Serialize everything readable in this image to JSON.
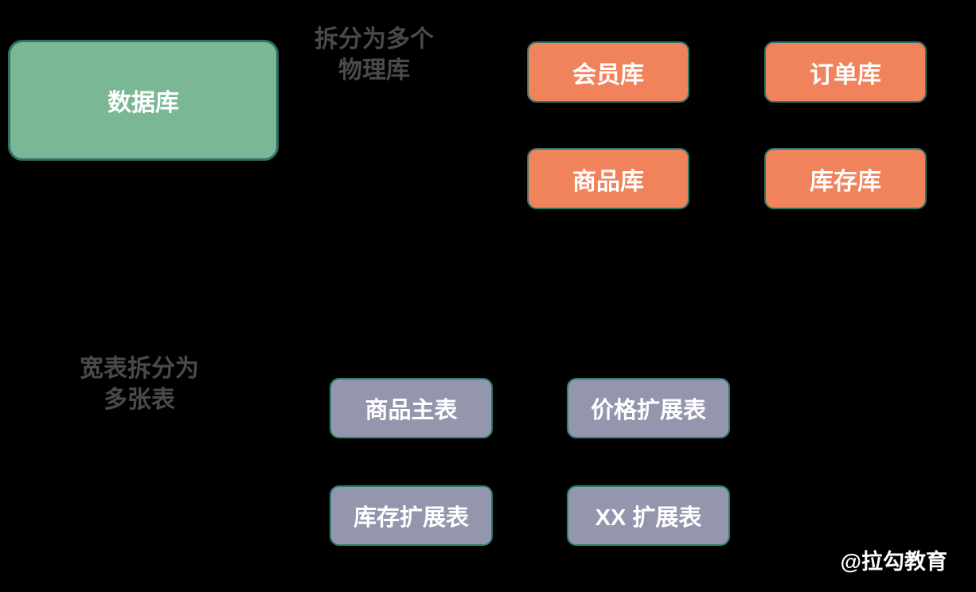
{
  "colors": {
    "background": "#000000",
    "green_fill": "#7ab795",
    "green_border": "#2f7166",
    "orange_fill": "#f0825c",
    "orange_border": "#2e756b",
    "purple_fill": "#9496ae",
    "purple_border": "#2e7e6e",
    "label_gray": "#4a4a4a",
    "box_text": "#ffffff"
  },
  "diagram": {
    "source_db": {
      "label": "数据库"
    },
    "split_db_label": {
      "line1": "拆分为多个",
      "line2": "物理库"
    },
    "physical_dbs": [
      {
        "label": "会员库"
      },
      {
        "label": "订单库"
      },
      {
        "label": "商品库"
      },
      {
        "label": "库存库"
      }
    ],
    "split_table_label": {
      "line1": "宽表拆分为",
      "line2": "多张表"
    },
    "tables": [
      {
        "label": "商品主表"
      },
      {
        "label": "价格扩展表"
      },
      {
        "label": "库存扩展表"
      },
      {
        "label": "XX 扩展表"
      }
    ],
    "watermark": "@拉勾教育"
  }
}
